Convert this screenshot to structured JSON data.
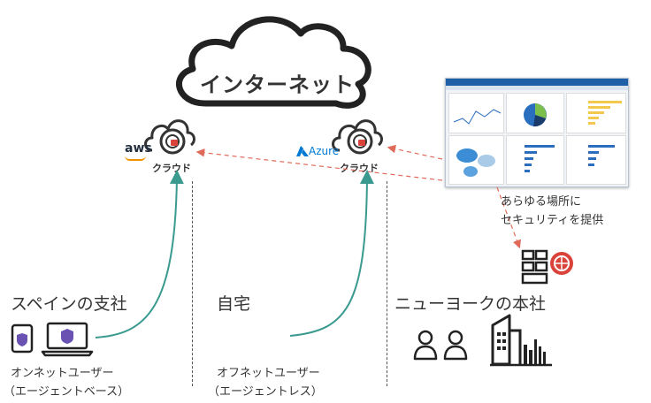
{
  "internet": {
    "label": "インターネット"
  },
  "clouds": [
    {
      "label": "クラウド",
      "provider": "aws"
    },
    {
      "label": "クラウド",
      "provider": "Azure"
    }
  ],
  "branch": {
    "title": "スペインの支社",
    "user_line1": "オンネットユーザー",
    "user_line2": "（エージェントベース）"
  },
  "home": {
    "title": "自宅",
    "user_line1": "オフネットユーザー",
    "user_line2": "（エージェントレス）"
  },
  "hq": {
    "title": "ニューヨークの本社"
  },
  "security_note": {
    "line1": "あらゆる場所に",
    "line2": "セキュリティを提供"
  },
  "colors": {
    "teal_arrow": "#3a9a8f",
    "red_arrow": "#e06a5a",
    "purple_badge": "#6a52b3",
    "fw_red": "#d9433a"
  }
}
